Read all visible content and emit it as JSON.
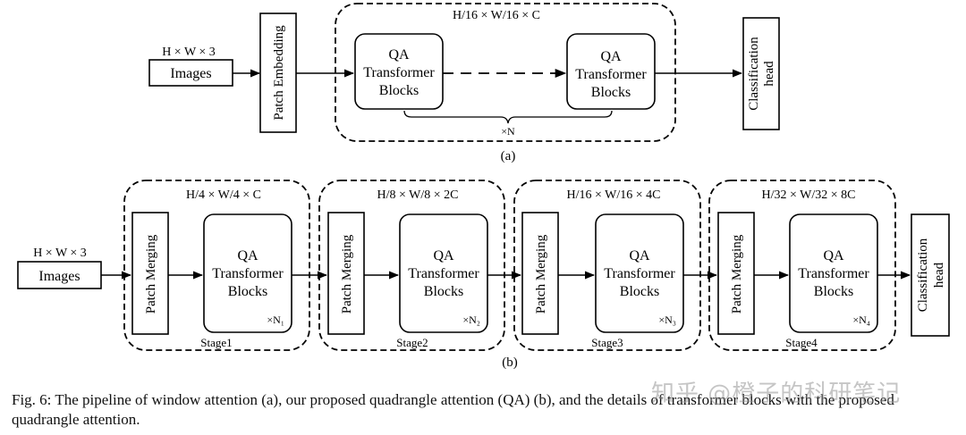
{
  "diagram_a": {
    "input_dims": "H × W × 3",
    "input_label": "Images",
    "patch_embedding": "Patch Embedding",
    "group_dims": "H/16 × W/16 × C",
    "block_left": [
      "QA",
      "Transformer",
      "Blocks"
    ],
    "block_right": [
      "QA",
      "Transformer",
      "Blocks"
    ],
    "repeat": "×N",
    "head": [
      "Classification",
      "head"
    ],
    "sublabel": "(a)"
  },
  "diagram_b": {
    "input_dims": "H × W × 3",
    "input_label": "Images",
    "patch_merging": "Patch Merging",
    "block": [
      "QA",
      "Transformer",
      "Blocks"
    ],
    "stages": [
      {
        "dims": "H/4 × W/4 × C",
        "repeat": "×N₁",
        "name": "Stage1"
      },
      {
        "dims": "H/8 × W/8 × 2C",
        "repeat": "×N₂",
        "name": "Stage2"
      },
      {
        "dims": "H/16 × W/16 × 4C",
        "repeat": "×N₃",
        "name": "Stage3"
      },
      {
        "dims": "H/32 × W/32 × 8C",
        "repeat": "×N₄",
        "name": "Stage4"
      }
    ],
    "head": [
      "Classification",
      "head"
    ],
    "sublabel": "(b)"
  },
  "caption": "Fig. 6: The pipeline of window attention (a), our proposed quadrangle attention (QA) (b), and the details of transformer blocks with the proposed quadrangle attention.",
  "watermark": "知乎 @橙子的科研笔记"
}
